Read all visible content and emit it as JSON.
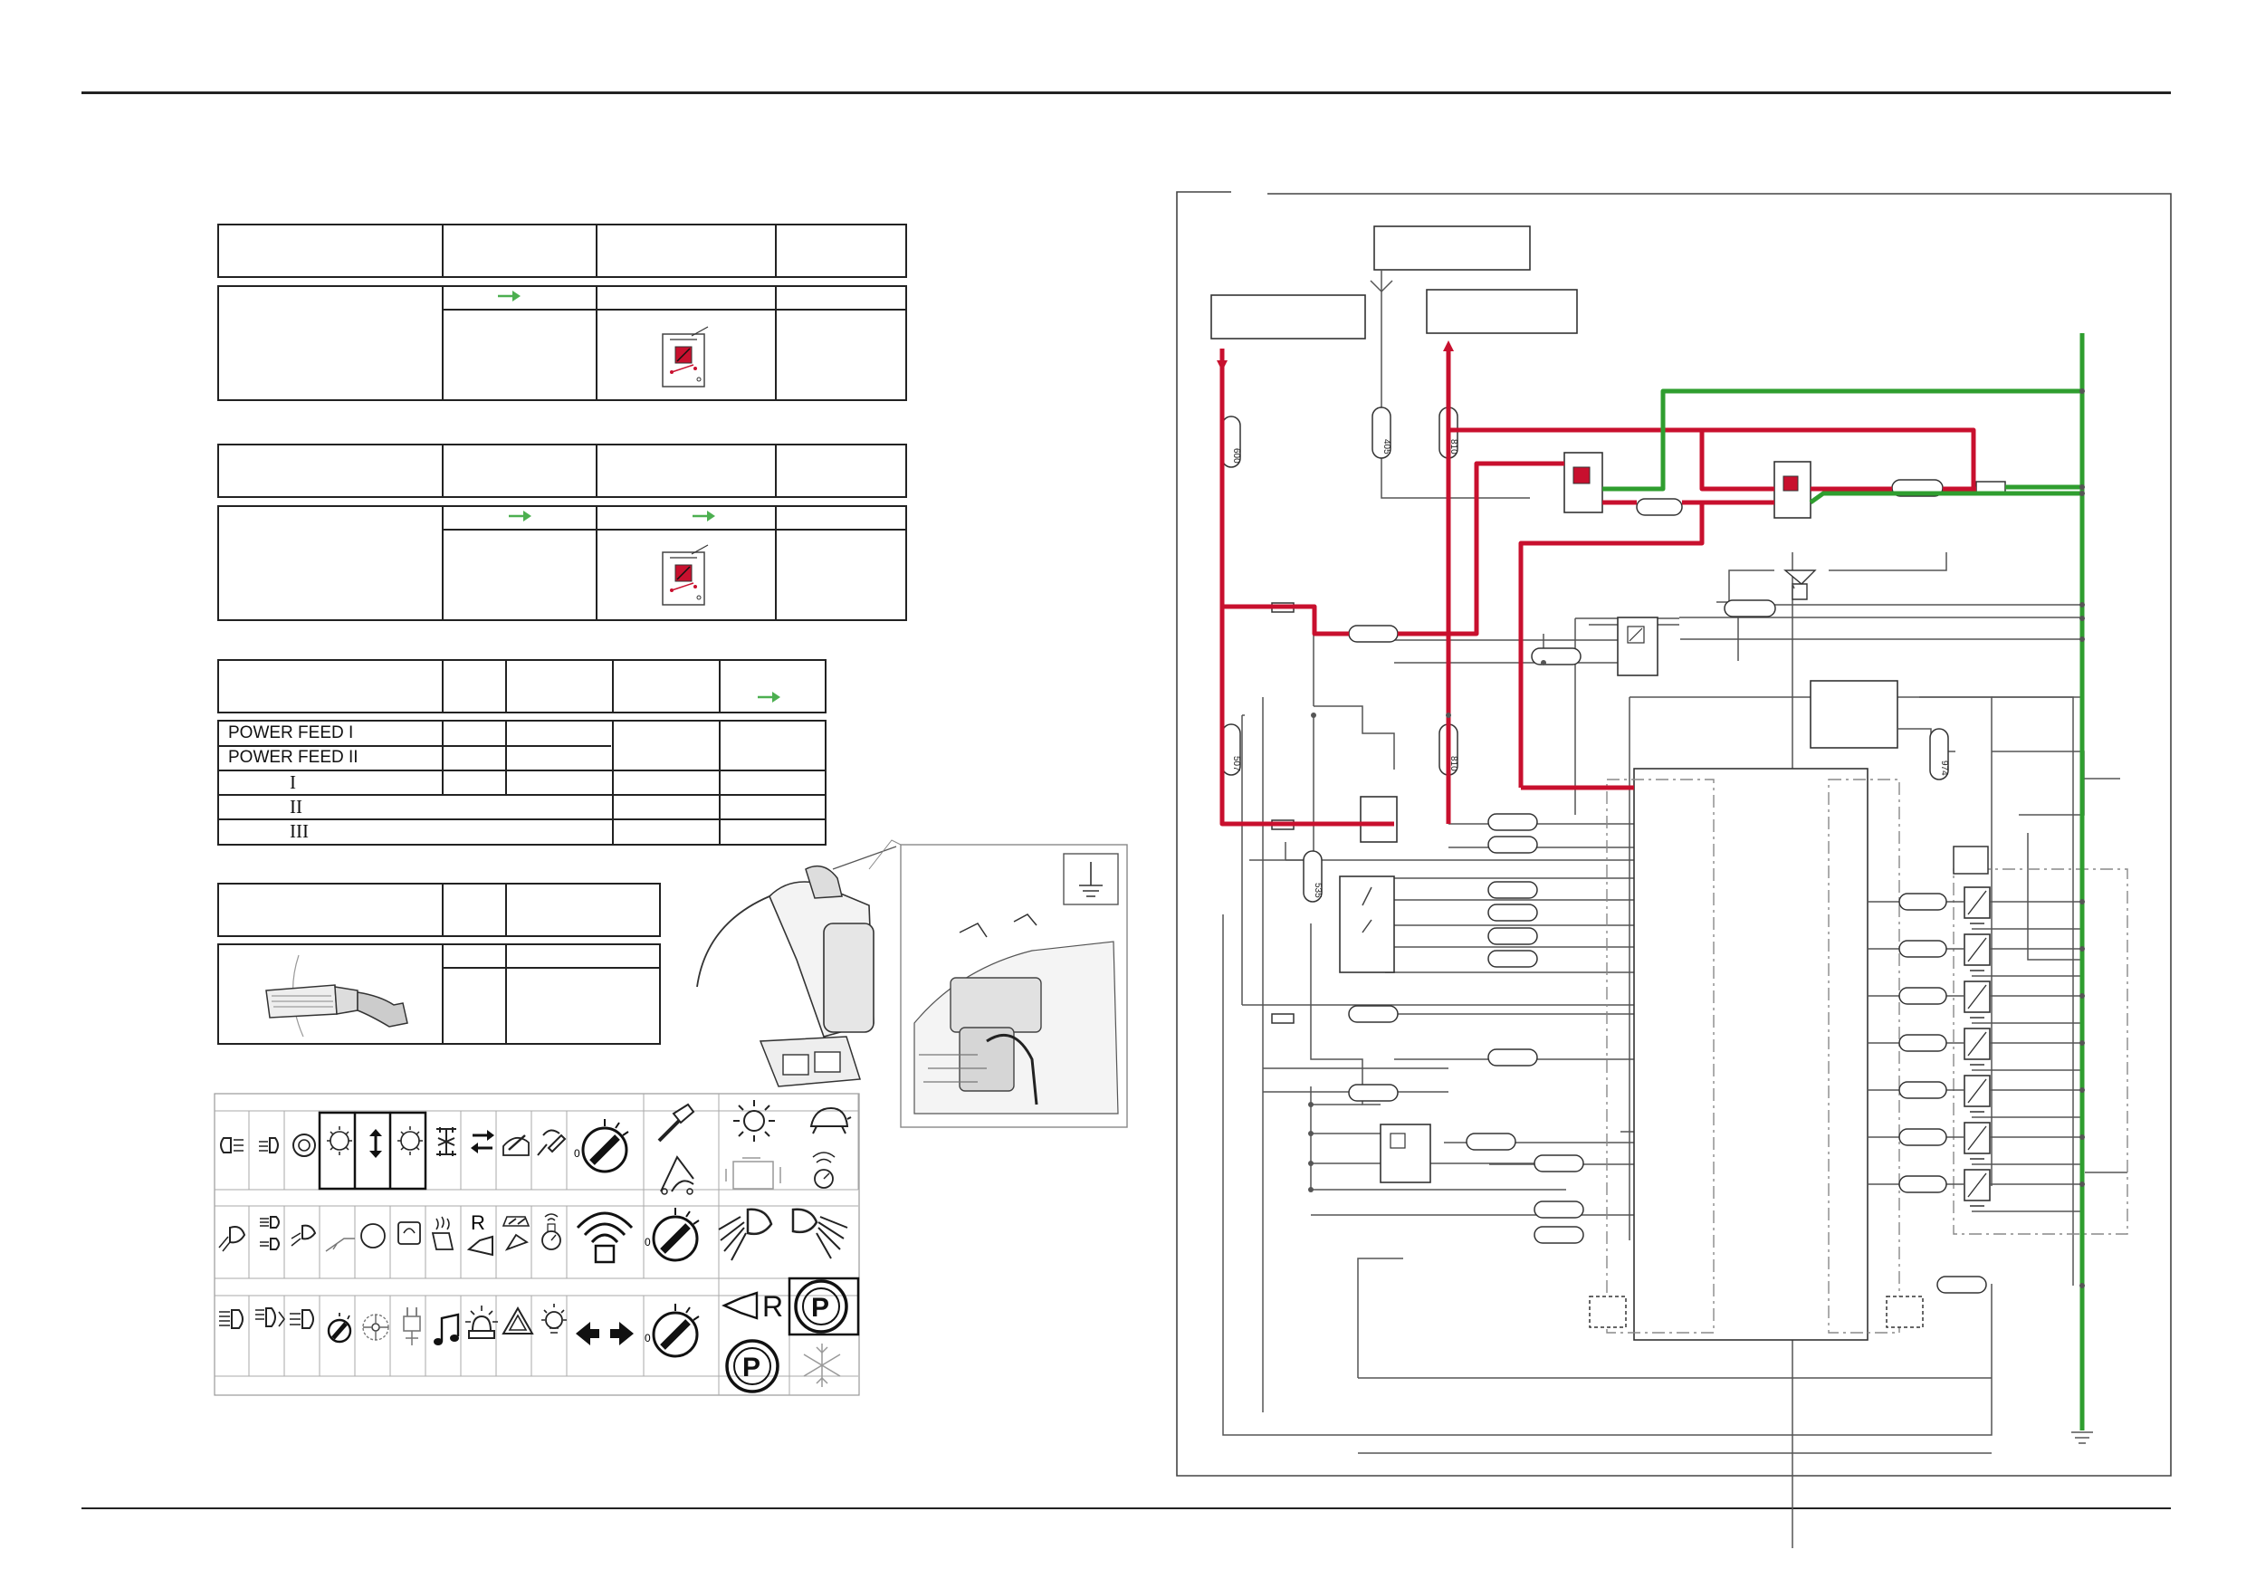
{
  "tables": {
    "power_feed": {
      "row1": "POWER FEED I",
      "row2": "POWER FEED II",
      "row3": "I",
      "row4": "II",
      "row5": "III"
    }
  },
  "colors": {
    "red_wire": "#c8102e",
    "green_wire": "#2f9e2f",
    "relay_fill": "#c8102e",
    "arrow_green": "#4caf50"
  },
  "wire_labels": {
    "w1": "600",
    "w2": "405",
    "w3": "810",
    "w4": "507",
    "w5": "810",
    "w6": "535",
    "w7": "974"
  },
  "symbols": {
    "row1": [
      "headlight-icon",
      "dipped-beam-icon",
      "parking-light-icon",
      "work-light-front-icon",
      "up-down-arrow-icon",
      "work-light-rear-icon",
      "four-wheel-drive-icon",
      "shuttle-direction-icon",
      "wiper-icon",
      "washer-icon",
      "ignition-key-icon",
      "hammer-icon",
      "sun-light-icon",
      "turtle-slow-icon"
    ],
    "row2": [
      "front-beam-icon",
      "beam-switch-icon",
      "side-beam-icon",
      "boom-icon",
      "circle-icon",
      "mirror-icon",
      "seat-heater-icon",
      "reverse-horn-icon",
      "wiper-rear-icon",
      "signal-icon",
      "beacon-wave-icon",
      "ignition-key-2-icon",
      "floodlight-left-icon",
      "floodlight-right-icon"
    ],
    "row3": [
      "full-beam-icon",
      "beam-toggle-icon",
      "dip-beam-icon",
      "rotary-knob-icon",
      "fan-icon",
      "plug-icon",
      "music-note-icon",
      "rotating-beacon-icon",
      "hazard-icon",
      "bulb-icon",
      "left-right-arrow-icon",
      "ignition-key-3-icon",
      "reverse-alarm-icon",
      "parking-brake-icon",
      "parking-brake-2-icon",
      "de-icing-icon"
    ]
  }
}
